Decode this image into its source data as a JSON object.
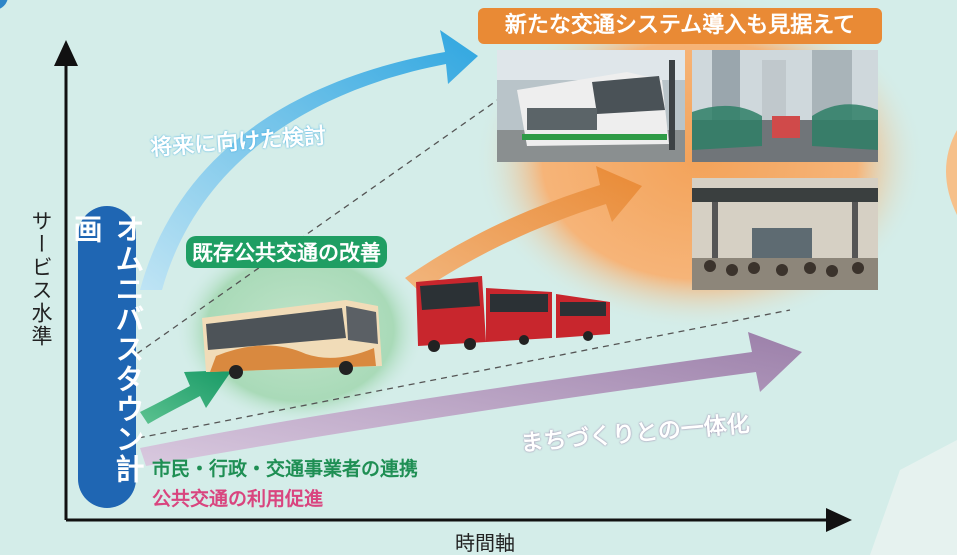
{
  "axes": {
    "y_label": "サービス水準",
    "x_label": "時間軸"
  },
  "plan": {
    "label": "オムニバスタウン計画"
  },
  "banner": {
    "label": "新たな交通システム導入も見据えて"
  },
  "steps": {
    "future_study": "将来に向けた検討",
    "improve_transit": "既存公共交通の改善",
    "town_planning": "まちづくりとの一体化",
    "cooperation": "市民・行政・交通事業者の連携",
    "promotion": "公共交通の利用促進"
  },
  "colors": {
    "background": "#d4ede9",
    "plan_blue": "#1f66b3",
    "arrow_blue": "#38a9e2",
    "arrow_green": "#1fa06e",
    "arrow_orange": "#e98a35",
    "arrow_purple": "#9b7fa9",
    "text_green": "#1f8f54",
    "text_pink": "#d9457f"
  },
  "images": {
    "city_bus": "city bus (illustration)",
    "articulated_bus": "red articulated bus",
    "tram": "low-floor tram",
    "brt_station": "bus station street",
    "transit_plaza": "transit plaza with crowd"
  }
}
